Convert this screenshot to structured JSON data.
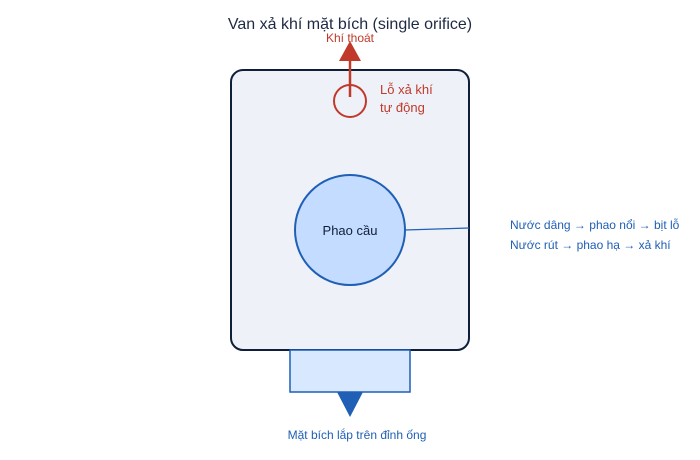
{
  "title": "Van xả khí mặt bích (single orifice)",
  "labels": {
    "gas_out": "Khí thoát",
    "orifice_line1": "Lỗ xả khí",
    "orifice_line2": "tự động",
    "float": "Phao cầu",
    "note_line1": "Nước dâng → phao nổi → bịt lỗ",
    "note_line2": "Nước rút → phao hạ → xả khí",
    "flange": "Mặt bích lắp trên đỉnh ống"
  },
  "colors": {
    "body_fill": "#eef2f8",
    "outline_dark": "#0f1f3a",
    "red": "#c0392b",
    "blue": "#1f5fb5",
    "float_fill": "#c4dcff",
    "flange_fill": "#d8e8ff",
    "title": "#1e2a44"
  },
  "icons": {
    "top_arrow": "arrow-up-icon",
    "bottom_arrow": "arrow-down-icon"
  }
}
